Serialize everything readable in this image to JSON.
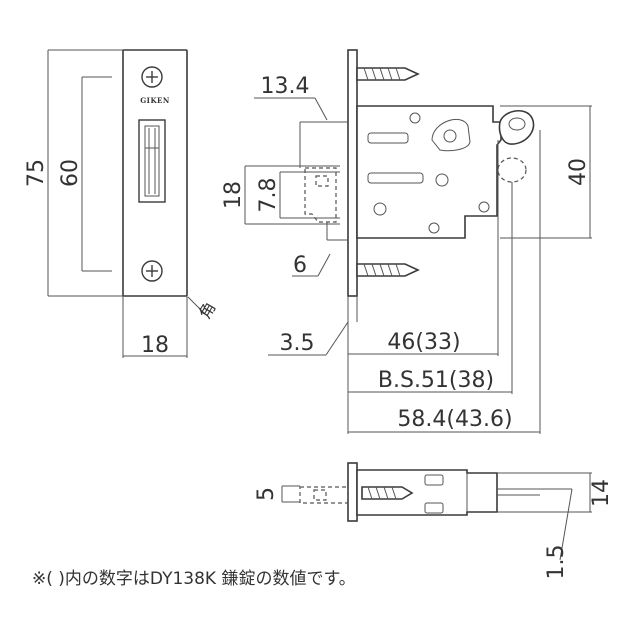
{
  "brand": "GIKEN",
  "front_view": {
    "height_total": "75",
    "height_screws": "60",
    "width": "18",
    "corner_label": "角"
  },
  "side_view": {
    "dim_13_4": "13.4",
    "dim_18": "18",
    "dim_7_8": "7.8",
    "dim_6": "6",
    "dim_40": "40",
    "dim_3_5": "3.5",
    "dim_46": "46(33)",
    "dim_bs": "B.S.51(38)",
    "dim_58_4": "58.4(43.6)"
  },
  "bottom_view": {
    "dim_5": "5",
    "dim_14": "14",
    "dim_1_5": "1.5"
  },
  "footnote": "※(   )内の数字はDY138K 鎌錠の数値です。"
}
